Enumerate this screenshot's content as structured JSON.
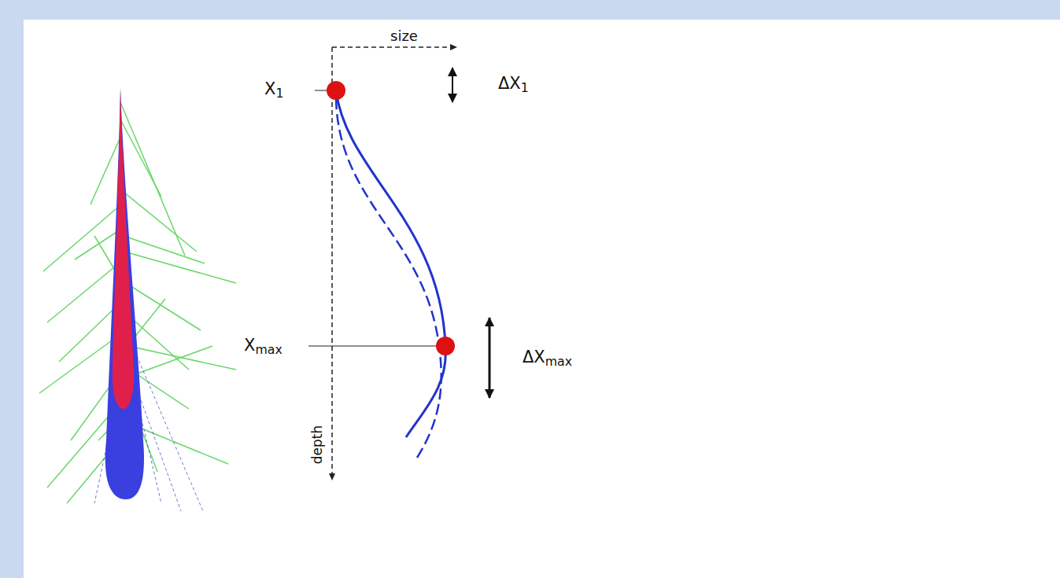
{
  "diagram": {
    "labels": [
      "size",
      "X1",
      "ΔX1",
      "Xmax",
      "ΔXmax",
      "depth"
    ]
  }
}
